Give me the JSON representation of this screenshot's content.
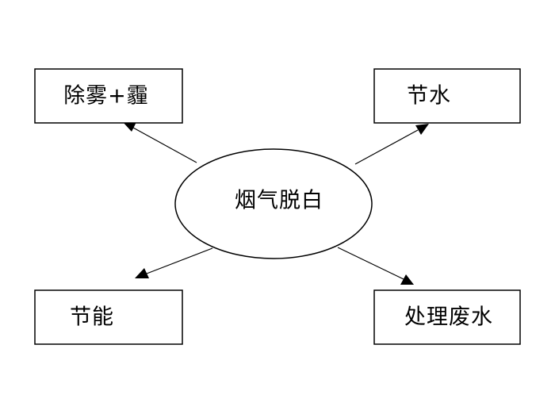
{
  "diagram": {
    "center": {
      "label": "烟气脱白"
    },
    "nodes": {
      "top_left": {
        "label": "除雾+霾"
      },
      "top_right": {
        "label": "节水"
      },
      "bottom_left": {
        "label": "节能"
      },
      "bottom_right": {
        "label": "处理废水"
      }
    },
    "edges": [
      {
        "from": "center",
        "to": "top_left"
      },
      {
        "from": "center",
        "to": "top_right"
      },
      {
        "from": "center",
        "to": "bottom_left"
      },
      {
        "from": "center",
        "to": "bottom_right"
      }
    ]
  },
  "colors": {
    "stroke": "#000000",
    "fill": "#ffffff",
    "text": "#000000"
  }
}
